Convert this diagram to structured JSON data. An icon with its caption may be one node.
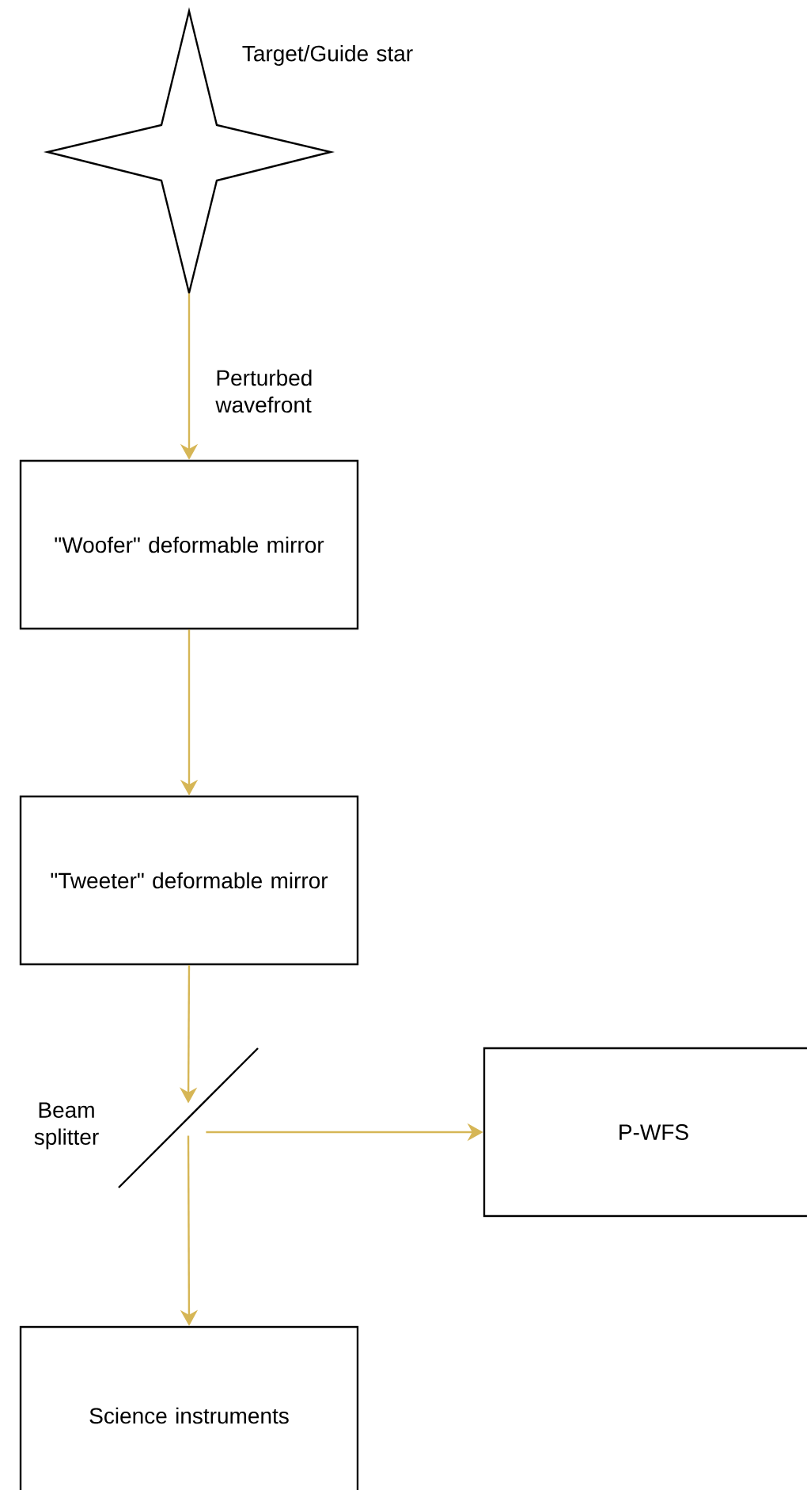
{
  "diagram": {
    "nodes": [
      {
        "text": [
          "Target/Guide star"
        ]
      },
      {
        "text": [
          "\"Woofer\" deformable mirror"
        ]
      },
      {
        "text": [
          "\"Tweeter\" deformable mirror"
        ]
      },
      {
        "text": [
          "Beam splitter"
        ]
      },
      {
        "text": [
          "P-WFS"
        ]
      },
      {
        "text": [
          "Science instruments"
        ]
      }
    ],
    "edges": [
      {
        "from": 0,
        "to": 1,
        "arrow": "to",
        "label": "Perturbed wavefront"
      },
      {
        "from": 1,
        "to": 2,
        "arrow": "to"
      },
      {
        "from": 2,
        "to": 3,
        "arrow": "to"
      },
      {
        "from": 3,
        "to": 4,
        "arrow": "to"
      },
      {
        "from": 3,
        "to": 5,
        "arrow": "to"
      }
    ]
  }
}
